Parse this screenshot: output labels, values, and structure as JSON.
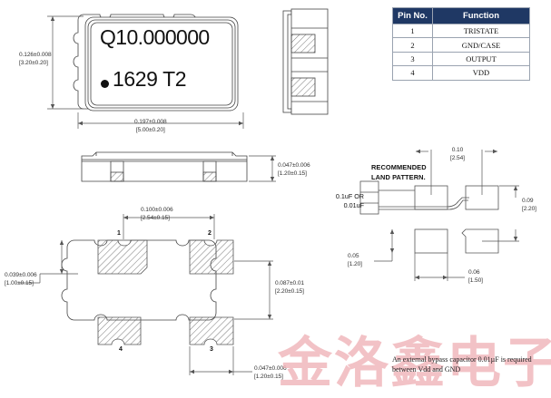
{
  "document": {
    "type": "mechanical-drawing",
    "component": "SMD crystal oscillator 5.0 x 3.2 mm, 4-pad"
  },
  "watermark": {
    "text": "金洛鑫电子",
    "color": "#f0b4b8"
  },
  "pin_table": {
    "headers": [
      "Pin No.",
      "Function"
    ],
    "header_bg": "#1f3864",
    "header_color": "#ffffff",
    "rows": [
      {
        "pin": "1",
        "function": "TRISTATE"
      },
      {
        "pin": "2",
        "function": "GND/CASE"
      },
      {
        "pin": "3",
        "function": "OUTPUT"
      },
      {
        "pin": "4",
        "function": "VDD"
      }
    ]
  },
  "package_marking": {
    "line1": "Q10.000000",
    "line2": "1629  T2",
    "dot": "date-code-dot"
  },
  "top_view": {
    "height_dim": {
      "inch": "0.126±0.008",
      "mm": "[3.20±0.20]"
    },
    "width_dim": {
      "inch": "0.197±0.008",
      "mm": "[5.00±0.20]"
    }
  },
  "side_view": {
    "thickness_dim": {
      "inch": "0.047±0.006",
      "mm": "[1.20±0.15]"
    }
  },
  "bottom_view": {
    "pad_pitch_x": {
      "inch": "0.100±0.006",
      "mm": "[2.54±0.15]"
    },
    "pad_edge": {
      "inch": "0.039±0.006",
      "mm": "[1.00±0.15]"
    },
    "pad_pitch_y": {
      "inch": "0.087±0.01",
      "mm": "[2.20±0.15]"
    },
    "pad_width": {
      "inch": "0.047±0.006",
      "mm": "[1.20±0.15]"
    },
    "pin_numbers": [
      "1",
      "2",
      "3",
      "4"
    ]
  },
  "land_pattern": {
    "title_line1": "RECOMMENDED",
    "title_line2": "LAND PATTERN.",
    "capacitor_line1": "0.1uF OR",
    "capacitor_line2": "0.01uF",
    "dim_pitch_x": {
      "inch": "0.10",
      "mm": "[2.54]"
    },
    "dim_pitch_y": {
      "inch": "0.09",
      "mm": "[2.20]"
    },
    "dim_pad_height": {
      "inch": "0.05",
      "mm": "[1.20]"
    },
    "dim_pad_width": {
      "inch": "0.06",
      "mm": "[1.50]"
    }
  },
  "note": {
    "line1": "An external bypass capacitor 0.01µF is",
    "line2": "required between Vdd and GND"
  }
}
